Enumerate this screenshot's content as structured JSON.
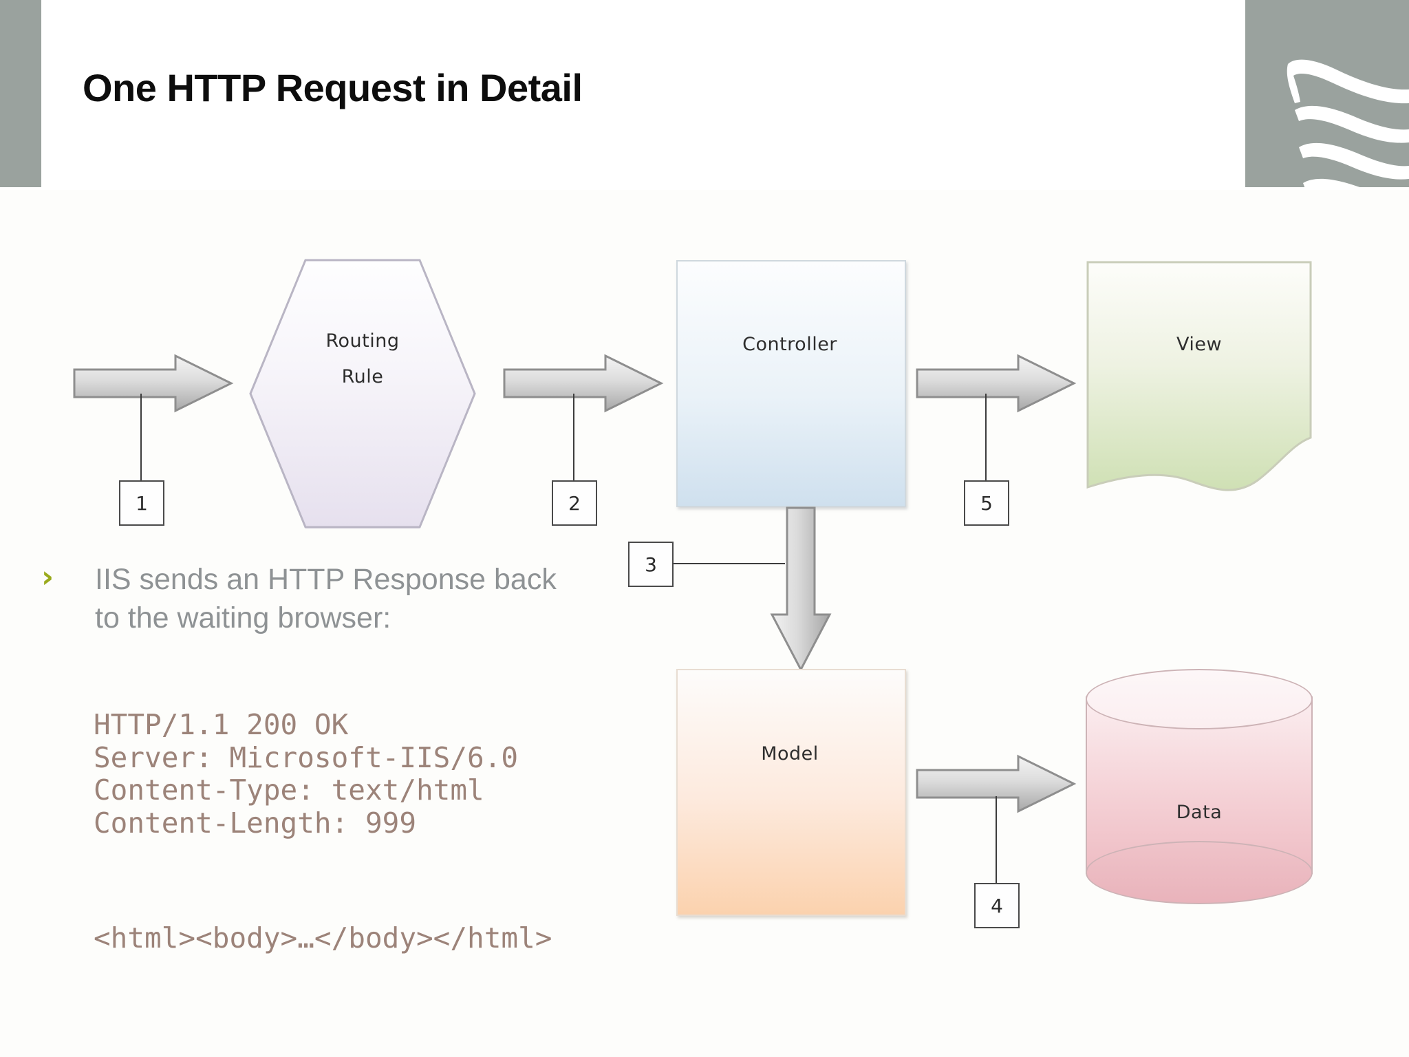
{
  "slide": {
    "title": "One HTTP Request in Detail",
    "accent_gray": "#9aa29e",
    "bullet_color": "#9aaa1c",
    "body_text_color": "#8e9294",
    "code_text_color": "#9c8379"
  },
  "logo": {
    "name": "wave-flag-logo"
  },
  "diagram": {
    "shapes": [
      {
        "id": "routing-rule",
        "label": "Routing\nRule",
        "label_line1": "Routing",
        "label_line2": "Rule",
        "shape": "hexagon",
        "fill": "#e6e0ee"
      },
      {
        "id": "controller",
        "label": "Controller",
        "shape": "rectangle",
        "fill": "#cfe0ee"
      },
      {
        "id": "view",
        "label": "View",
        "shape": "document",
        "fill": "#cfe0b4"
      },
      {
        "id": "model",
        "label": "Model",
        "shape": "rectangle",
        "fill": "#fbd2ae"
      },
      {
        "id": "data",
        "label": "Data",
        "shape": "cylinder",
        "fill": "#eebcc3"
      }
    ],
    "arrows": [
      {
        "id": "arrow-incoming",
        "direction": "right"
      },
      {
        "id": "arrow-routing-to-controller",
        "direction": "right"
      },
      {
        "id": "arrow-controller-to-view",
        "direction": "right"
      },
      {
        "id": "arrow-controller-to-model",
        "direction": "down"
      },
      {
        "id": "arrow-model-to-data",
        "direction": "right"
      }
    ],
    "callouts": [
      {
        "id": "callout-1",
        "number": "1"
      },
      {
        "id": "callout-2",
        "number": "2"
      },
      {
        "id": "callout-3",
        "number": "3"
      },
      {
        "id": "callout-4",
        "number": "4"
      },
      {
        "id": "callout-5",
        "number": "5"
      }
    ]
  },
  "body": {
    "bullet_glyph": "›",
    "bullet_text": "IIS sends an HTTP Response back to the waiting browser:",
    "code_lines": "HTTP/1.1 200 OK\nServer: Microsoft-IIS/6.0\nContent-Type: text/html\nContent-Length: 999",
    "code_tail": "<html><body>…</body></html>"
  }
}
